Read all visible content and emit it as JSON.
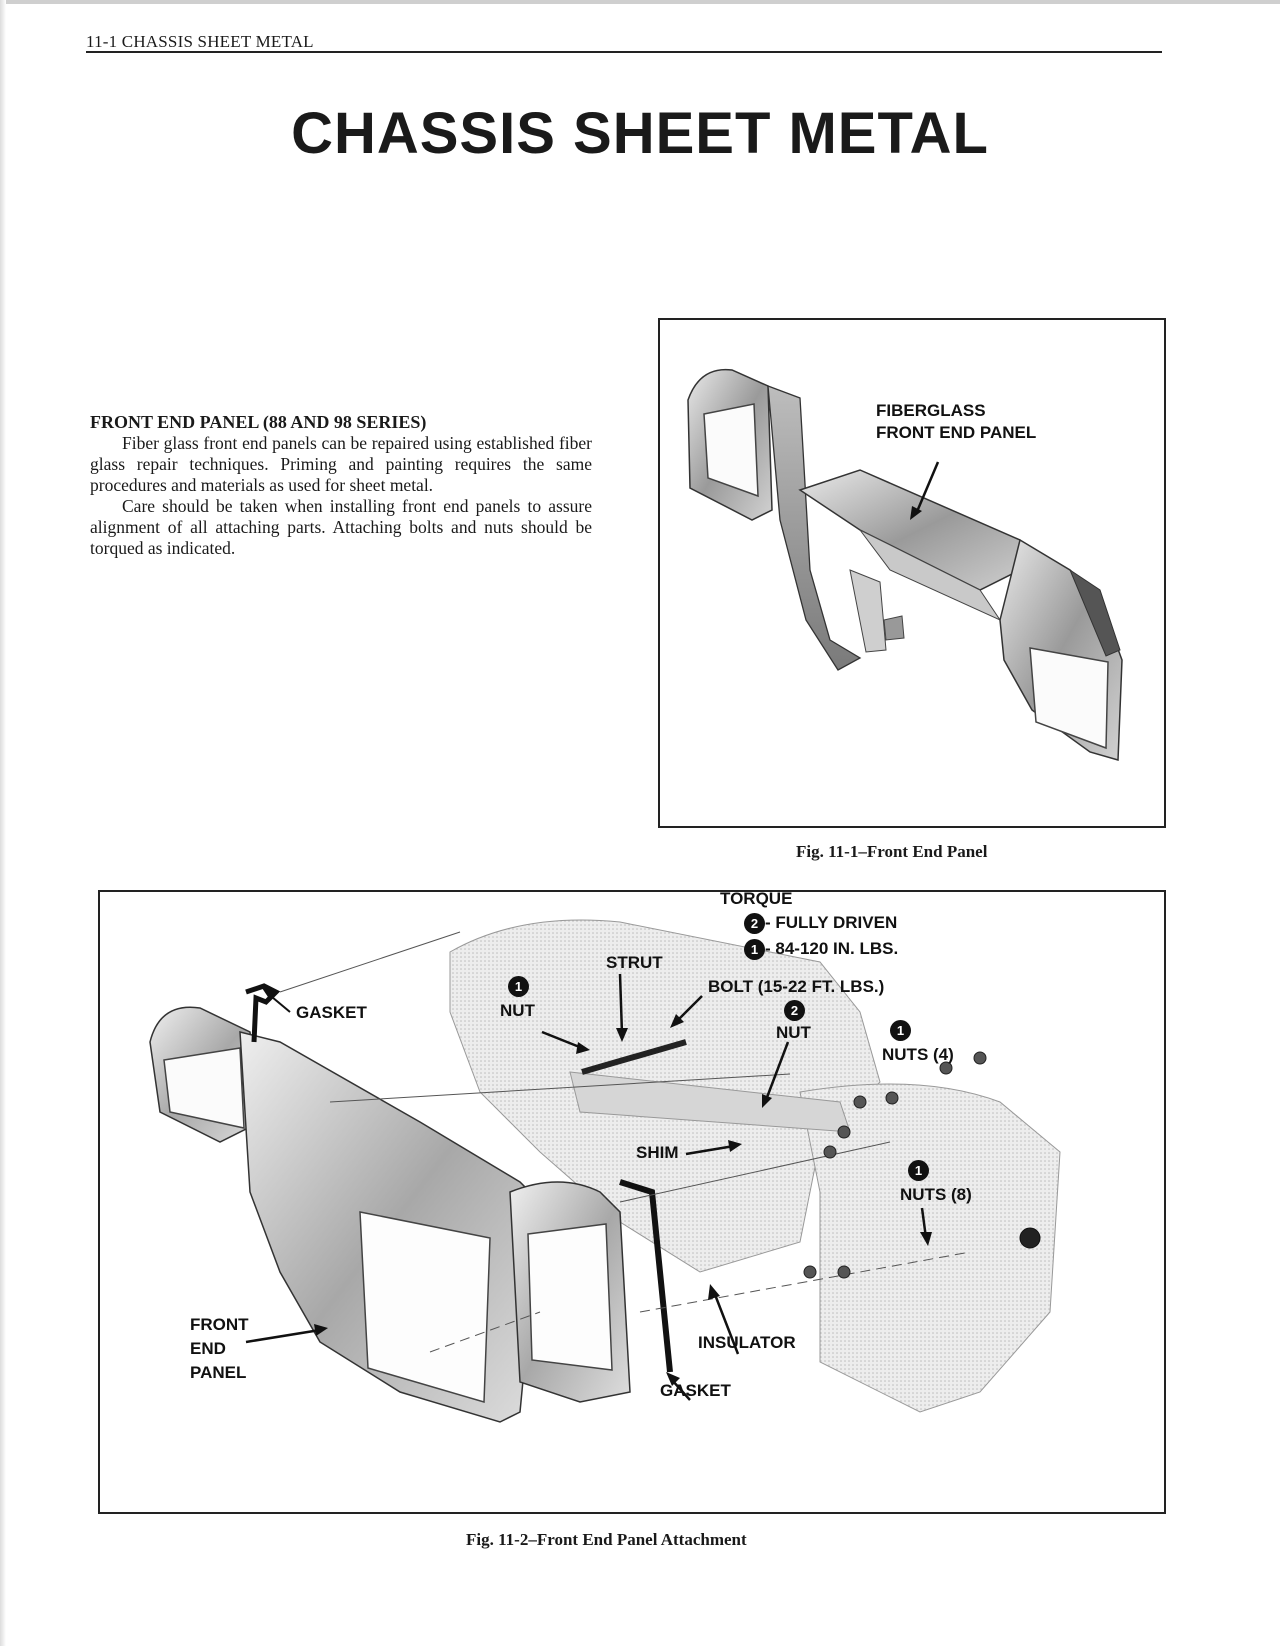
{
  "header": {
    "running_head": "11-1  CHASSIS SHEET METAL"
  },
  "title": "CHASSIS SHEET METAL",
  "section": {
    "heading": "FRONT END PANEL (88 AND 98 SERIES)",
    "paragraphs": [
      "Fiber glass front end panels can be repaired using established fiber glass repair techniques. Priming and painting requires the same procedures and materials as used for sheet metal.",
      "Care should be taken when installing front end panels to assure alignment of all attaching parts. Attaching bolts and nuts should be torqued as indicated."
    ]
  },
  "figure1": {
    "label_line1": "FIBERGLASS",
    "label_line2": "FRONT END PANEL",
    "caption": "Fig. 11-1–Front End Panel"
  },
  "figure2": {
    "caption": "Fig. 11-2–Front End Panel Attachment",
    "torque_title": "TORQUE",
    "torque_items": [
      {
        "badge": "2",
        "text": "- FULLY DRIVEN"
      },
      {
        "badge": "1",
        "text": "- 84-120 IN. LBS."
      }
    ],
    "labels": {
      "strut": "STRUT",
      "bolt": "BOLT (15-22 FT. LBS.)",
      "gasket_top": "GASKET",
      "nut_left": "NUT",
      "nut_center": "NUT",
      "nuts_4": "NUTS (4)",
      "shim": "SHIM",
      "nuts_8": "NUTS (8)",
      "front_end_panel_1": "FRONT",
      "front_end_panel_2": "END",
      "front_end_panel_3": "PANEL",
      "insulator": "INSULATOR",
      "gasket_bottom": "GASKET"
    },
    "badges": {
      "nut_left": "1",
      "nut_center": "2",
      "nuts_4": "1",
      "nuts_8": "1"
    }
  }
}
